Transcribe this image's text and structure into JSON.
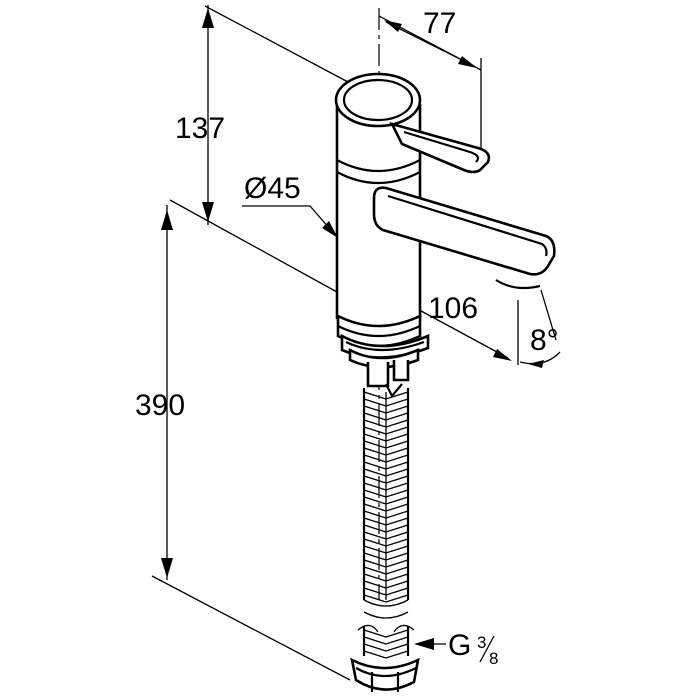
{
  "drawing": {
    "subject": "",
    "dimensions": {
      "lever_reach": "77",
      "body_height": "137",
      "body_diameter": "Ø45",
      "spout_reach": "106",
      "spout_angle": "8°",
      "total_height": "390",
      "thread_prefix": "G",
      "thread_num": "3",
      "thread_den": "8"
    }
  }
}
